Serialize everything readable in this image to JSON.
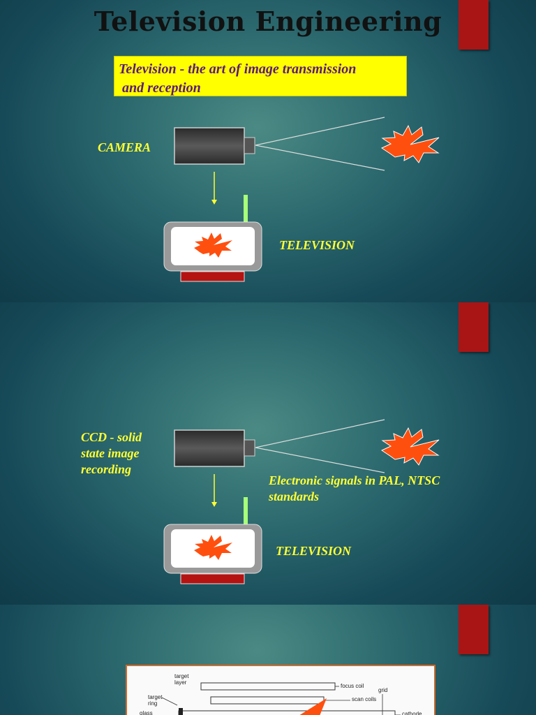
{
  "slide1": {
    "title": "Television Engineering",
    "definition_line1": "Television - the art of image transmission",
    "definition_line2": " and reception",
    "camera_label": "CAMERA",
    "television_label": "TELEVISION"
  },
  "slide2": {
    "ccd_line1": "CCD - solid",
    "ccd_line2": "state image",
    "ccd_line3": "recording",
    "signals_line1": "Electronic signals in PAL, NTSC",
    "signals_line2": "standards",
    "television_label": "TELEVISION"
  },
  "slide3": {
    "diagram_labels": {
      "target_layer_1": "target",
      "target_layer_2": "layer",
      "target_ring_1": "target",
      "target_ring_2": "ring",
      "glass": "glass",
      "focus_coil": "focus coil",
      "grid": "grid",
      "scan_coils": "scan coils",
      "cathode": "cathode"
    }
  },
  "colors": {
    "title": "#111111",
    "label_yellow": "#ffff33",
    "definition_text": "#5a1a7a",
    "definition_bg": "#ffff00",
    "red_tab": "#a91515",
    "burst": "#ff4f0f"
  }
}
